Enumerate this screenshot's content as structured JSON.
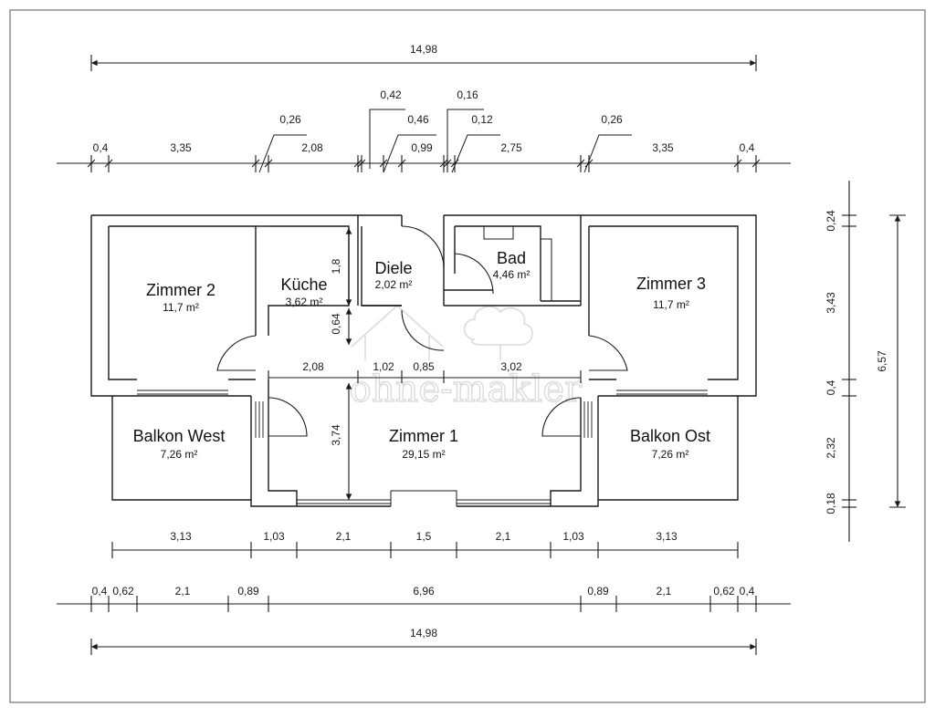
{
  "rooms": [
    {
      "name": "Zimmer 2",
      "area": "11,7 m²"
    },
    {
      "name": "Küche",
      "area": "3,62 m²"
    },
    {
      "name": "Diele",
      "area": "2,02 m²"
    },
    {
      "name": "Bad",
      "area": "4,46 m²"
    },
    {
      "name": "Zimmer 3",
      "area": "11,7 m²"
    },
    {
      "name": "Balkon West",
      "area": "7,26 m²"
    },
    {
      "name": "Zimmer 1",
      "area": "29,15 m²"
    },
    {
      "name": "Balkon Ost",
      "area": "7,26 m²"
    }
  ],
  "dimensions": {
    "top_total": "14,98",
    "top_row": [
      "0,4",
      "3,35",
      "0,26",
      "2,08",
      "0,42",
      "0,46",
      "0,99",
      "0,16",
      "0,12",
      "2,75",
      "0,26",
      "3,35",
      "0,4"
    ],
    "inner": [
      "1,8",
      "0,64",
      "2,08",
      "1,02",
      "0,85",
      "3,02",
      "3,74"
    ],
    "right_col": [
      "0,24",
      "3,43",
      "0,4",
      "2,32",
      "0,18"
    ],
    "right_total": "6,57",
    "bottom_row1": [
      "3,13",
      "1,03",
      "2,1",
      "1,5",
      "2,1",
      "1,03",
      "3,13"
    ],
    "bottom_row2": [
      "0,4",
      "0,62",
      "2,1",
      "0,89",
      "6,96",
      "0,89",
      "2,1",
      "0,62",
      "0,4"
    ],
    "bottom_total": "14,98"
  },
  "watermark": "ohne-makler"
}
